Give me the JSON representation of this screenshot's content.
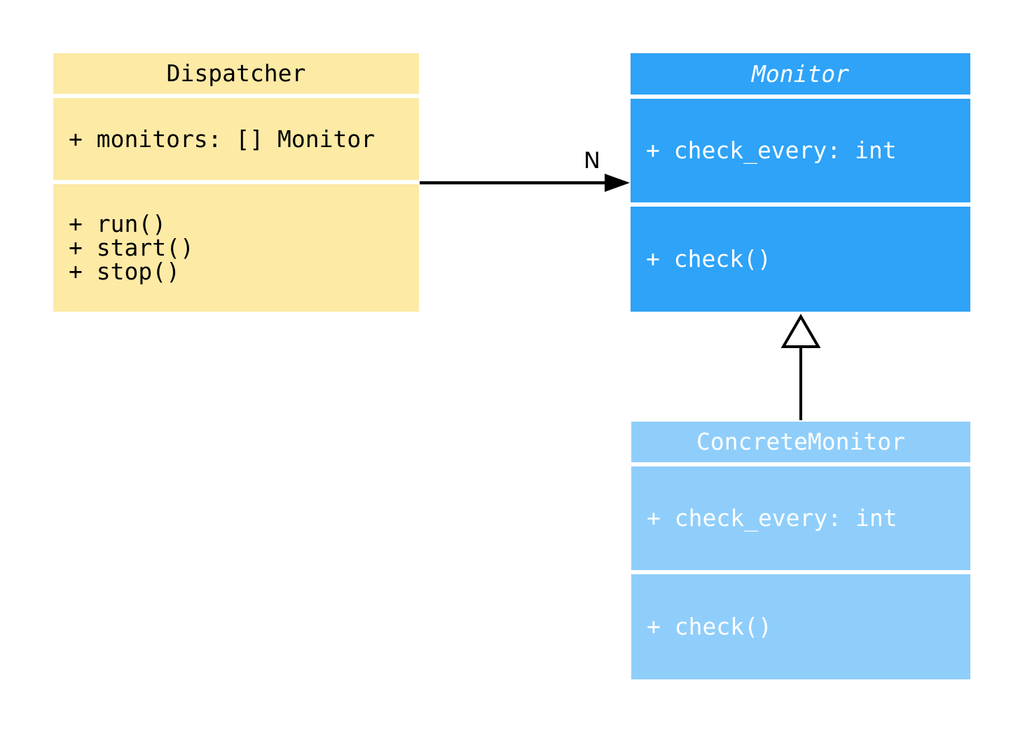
{
  "diagram": {
    "type": "uml-class-diagram",
    "background": "#FFFFFF",
    "line_color": "#000000",
    "classes": [
      {
        "id": "dispatcher",
        "name": "Dispatcher",
        "abstract": false,
        "attributes": [
          "+ monitors: [] Monitor"
        ],
        "methods": [
          "+ run()",
          "+ start()",
          "+ stop()"
        ],
        "fill": "#FCEAA5",
        "text_color": "#000000"
      },
      {
        "id": "monitor",
        "name": "Monitor",
        "abstract": true,
        "attributes": [
          "+ check_every: int"
        ],
        "methods": [
          "+ check()"
        ],
        "fill": "#2EA3F8",
        "text_color": "#FFFFFF"
      },
      {
        "id": "concrete-monitor",
        "name": "ConcreteMonitor",
        "abstract": false,
        "attributes": [
          "+ check_every: int"
        ],
        "methods": [
          "+ check()"
        ],
        "fill": "#8FCEFB",
        "text_color": "#FFFFFF"
      }
    ],
    "relations": [
      {
        "type": "association",
        "from": "Dispatcher",
        "to": "Monitor",
        "label": "N",
        "arrow": "filled-arrowhead"
      },
      {
        "type": "inheritance",
        "from": "ConcreteMonitor",
        "to": "Monitor",
        "label": "",
        "arrow": "hollow-triangle"
      }
    ]
  }
}
